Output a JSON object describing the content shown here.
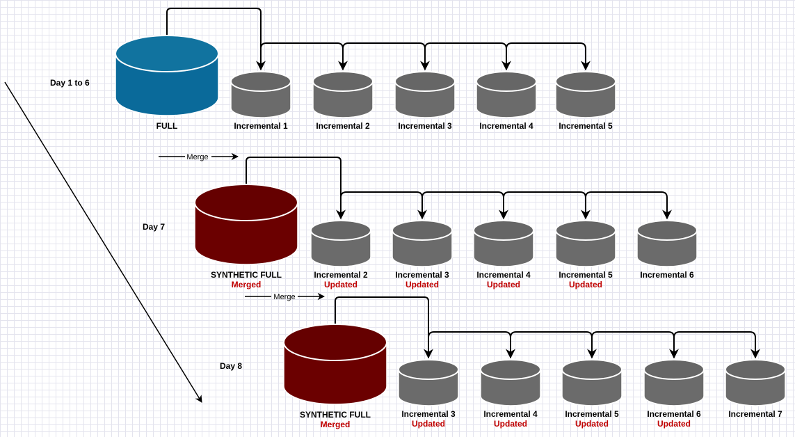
{
  "rows": [
    {
      "day_label": "Day 1 to 6",
      "merge_label": "",
      "base": {
        "label": "FULL",
        "sublabel": "",
        "color": "#0a6a9a",
        "top_color": "#11739f"
      },
      "incrementals": [
        {
          "label": "Incremental 1",
          "sublabel": ""
        },
        {
          "label": "Incremental 2",
          "sublabel": ""
        },
        {
          "label": "Incremental 3",
          "sublabel": ""
        },
        {
          "label": "Incremental 4",
          "sublabel": ""
        },
        {
          "label": "Incremental 5",
          "sublabel": ""
        }
      ]
    },
    {
      "day_label": "Day 7",
      "merge_label": "Merge",
      "base": {
        "label": "SYNTHETIC FULL",
        "sublabel": "Merged",
        "color": "#6b0000",
        "top_color": "#650000"
      },
      "incrementals": [
        {
          "label": "Incremental 2",
          "sublabel": "Updated"
        },
        {
          "label": "Incremental 3",
          "sublabel": "Updated"
        },
        {
          "label": "Incremental 4",
          "sublabel": "Updated"
        },
        {
          "label": "Incremental 5",
          "sublabel": "Updated"
        },
        {
          "label": "Incremental 6",
          "sublabel": ""
        }
      ]
    },
    {
      "day_label": "Day 8",
      "merge_label": "Merge",
      "base": {
        "label": "SYNTHETIC FULL",
        "sublabel": "Merged",
        "color": "#6b0000",
        "top_color": "#650000"
      },
      "incrementals": [
        {
          "label": "Incremental 3",
          "sublabel": "Updated"
        },
        {
          "label": "Incremental 4",
          "sublabel": "Updated"
        },
        {
          "label": "Incremental 5",
          "sublabel": "Updated"
        },
        {
          "label": "Incremental 6",
          "sublabel": "Updated"
        },
        {
          "label": "Incremental 7",
          "sublabel": ""
        }
      ]
    }
  ],
  "colors": {
    "incremental": "#6b6b6b",
    "incremental_top": "#666666",
    "connector": "#000000",
    "sublabel": "#c00000"
  }
}
